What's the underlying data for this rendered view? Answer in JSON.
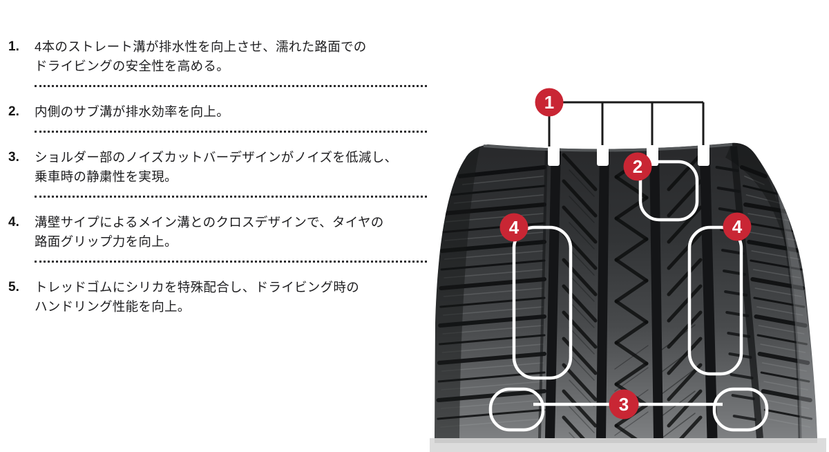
{
  "features": {
    "items": [
      {
        "num": "1.",
        "text": "4本のストレート溝が排水性を向上させ、濡れた路面での\nドライビングの安全性を高める。"
      },
      {
        "num": "2.",
        "text": "内側のサブ溝が排水効率を向上。"
      },
      {
        "num": "3.",
        "text": "ショルダー部のノイズカットバーデザインがノイズを低減し、\n乗車時の静粛性を実現。"
      },
      {
        "num": "4.",
        "text": "溝壁サイプによるメイン溝とのクロスデザインで、タイヤの\n路面グリップ力を向上。"
      },
      {
        "num": "5.",
        "text": "トレッドゴムにシリカを特殊配合し、ドライビング時の\nハンドリング性能を向上。"
      }
    ]
  },
  "diagram": {
    "type": "tire-tread-feature-callouts",
    "badge_color": "#c92634",
    "badge_text_color": "#ffffff",
    "callout_line_dark": "#1a1a1a",
    "callout_line_light": "#ffffff",
    "ground_color": "#dcdcdc",
    "badges": {
      "straight_grooves": "1",
      "inner_sub_groove": "2",
      "noise_cut_bar": "3",
      "groove_wall_sipes_left": "4",
      "groove_wall_sipes_right": "4"
    }
  }
}
